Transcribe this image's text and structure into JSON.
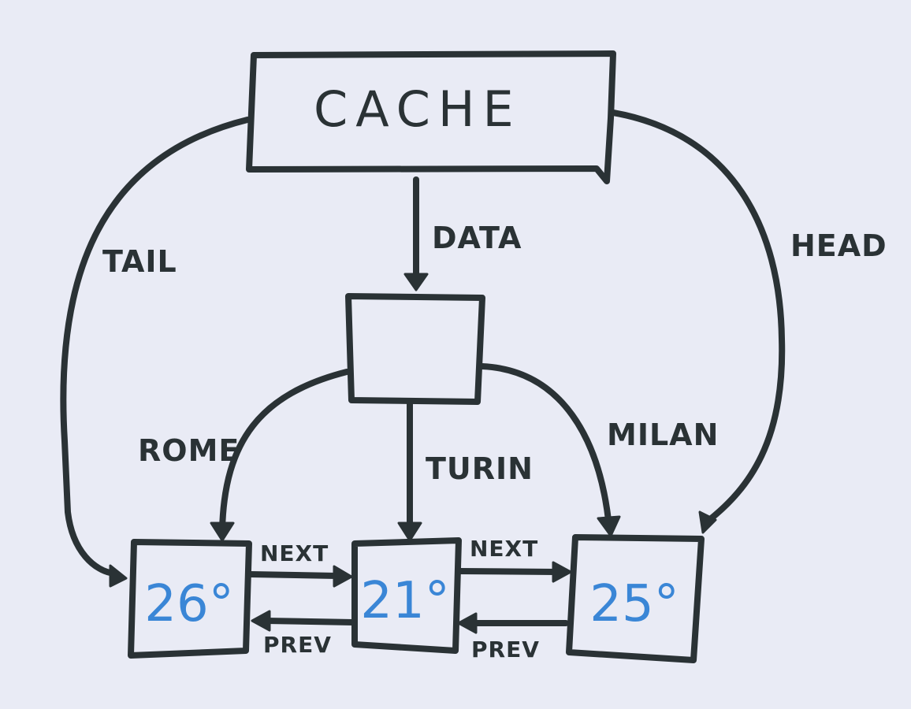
{
  "nodes": {
    "cache": {
      "label": "CACHE"
    },
    "data_map": {
      "label": ""
    },
    "list": [
      {
        "id": "rome",
        "value": "26°"
      },
      {
        "id": "turin",
        "value": "21°"
      },
      {
        "id": "milan",
        "value": "25°"
      }
    ]
  },
  "edges": {
    "data": "DATA",
    "tail": "TAIL",
    "head": "HEAD",
    "rome": "ROME",
    "turin": "TURIN",
    "milan": "MILAN",
    "next_1": "NEXT",
    "next_2": "NEXT",
    "prev_1": "PREV",
    "prev_2": "PREV"
  },
  "colors": {
    "ink": "#2a3235",
    "value_ink": "#3a86d6",
    "paper": "#e9ebf5"
  }
}
